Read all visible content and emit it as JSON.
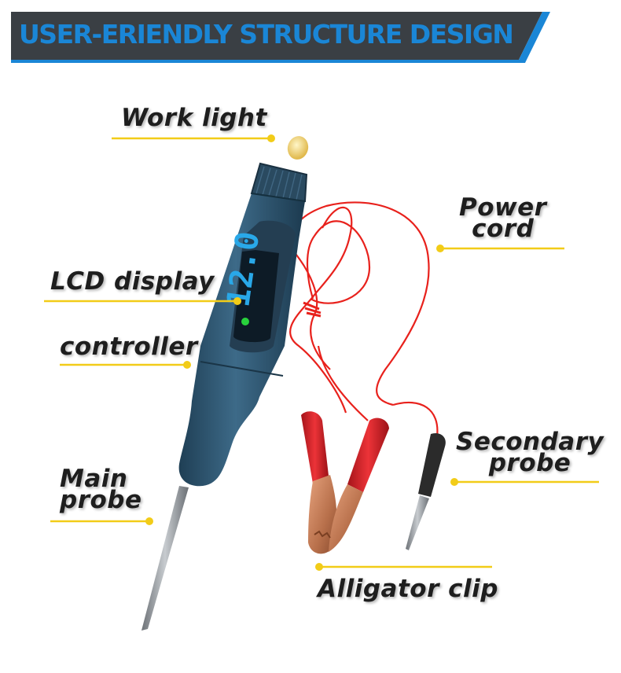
{
  "banner": {
    "title": "USER-ERIENDLY STRUCTURE DESIGN"
  },
  "display": {
    "reading": "12.0"
  },
  "labels": {
    "work_light": "Work light",
    "power_cord": [
      "Power",
      "cord"
    ],
    "lcd_display": "LCD display",
    "controller": "controller",
    "main_probe": [
      "Main",
      "probe"
    ],
    "secondary_probe": [
      "Secondary",
      "probe"
    ],
    "alligator_clip": "Alligator clip"
  },
  "colors": {
    "banner_dark": "#3a3f44",
    "banner_accent": "#1a86d6",
    "pen_body": "#2f5873",
    "cord": "#e8211c",
    "clip_red": "#d9232a",
    "clip_jaw": "#c9835a",
    "leader_line": "#f2cc18",
    "led_green": "#28d23c",
    "lcd_digits": "#29a8e8"
  }
}
